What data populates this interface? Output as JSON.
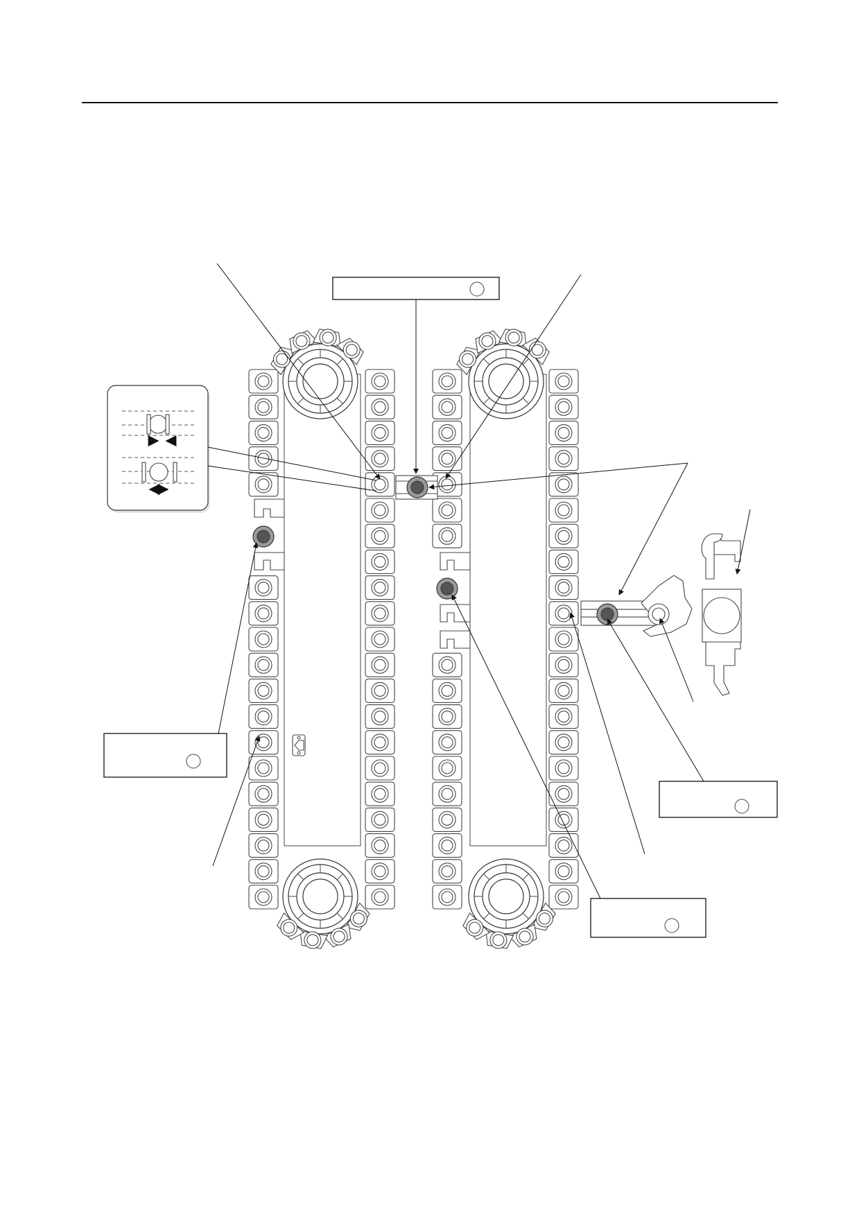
{
  "document": {
    "header_rule": true
  },
  "diagram": {
    "subject": "crawler-track-assembly",
    "highlight_colors": {
      "marker_outer": "#9a9a9a",
      "marker_inner": "#555555",
      "line": "#222222"
    },
    "label_boxes": [
      {
        "id": "top-center",
        "text": ""
      },
      {
        "id": "left",
        "text": ""
      },
      {
        "id": "right-upper",
        "text": ""
      },
      {
        "id": "right-lower",
        "text": ""
      }
    ],
    "inset": {
      "id": "link-clearance-inset",
      "arrows": [
        "close",
        "open"
      ]
    }
  }
}
